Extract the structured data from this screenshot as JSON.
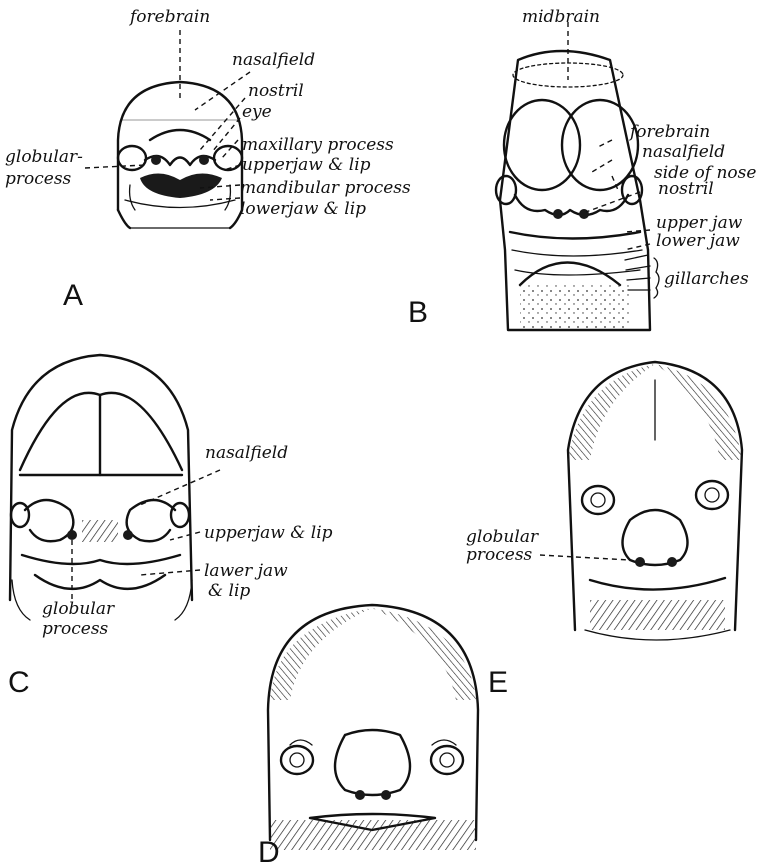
{
  "panels": {
    "A": {
      "letter": "A",
      "labels": {
        "forebrain": "forebrain",
        "nasalfield": "nasalfield",
        "nostril": "nostril",
        "eye": "eye",
        "globular": "globular-",
        "process": "process",
        "maxillary": "maxillary process",
        "upperjaw": "upperjaw & lip",
        "mandibular": "mandibular process",
        "lowerjaw": "lowerjaw & lip"
      }
    },
    "B": {
      "letter": "B",
      "labels": {
        "midbrain": "midbrain",
        "forebrain": "forebrain",
        "nasalfield": "nasalfield",
        "sidenose": "side of nose",
        "nostril": "nostril",
        "upperjaw": "upper jaw",
        "lowerjaw": "lower jaw",
        "gillarches": "gillarches"
      }
    },
    "C": {
      "letter": "C",
      "labels": {
        "nasalfield": "nasalfield",
        "upperjaw": "upperjaw & lip",
        "lowerjaw1": "lawer jaw",
        "lowerjaw2": "& lip",
        "globular": "globular",
        "process": "process"
      }
    },
    "D": {
      "letter": "D"
    },
    "E": {
      "letter": "E",
      "labels": {
        "globular": "globular",
        "process": "process"
      }
    }
  }
}
